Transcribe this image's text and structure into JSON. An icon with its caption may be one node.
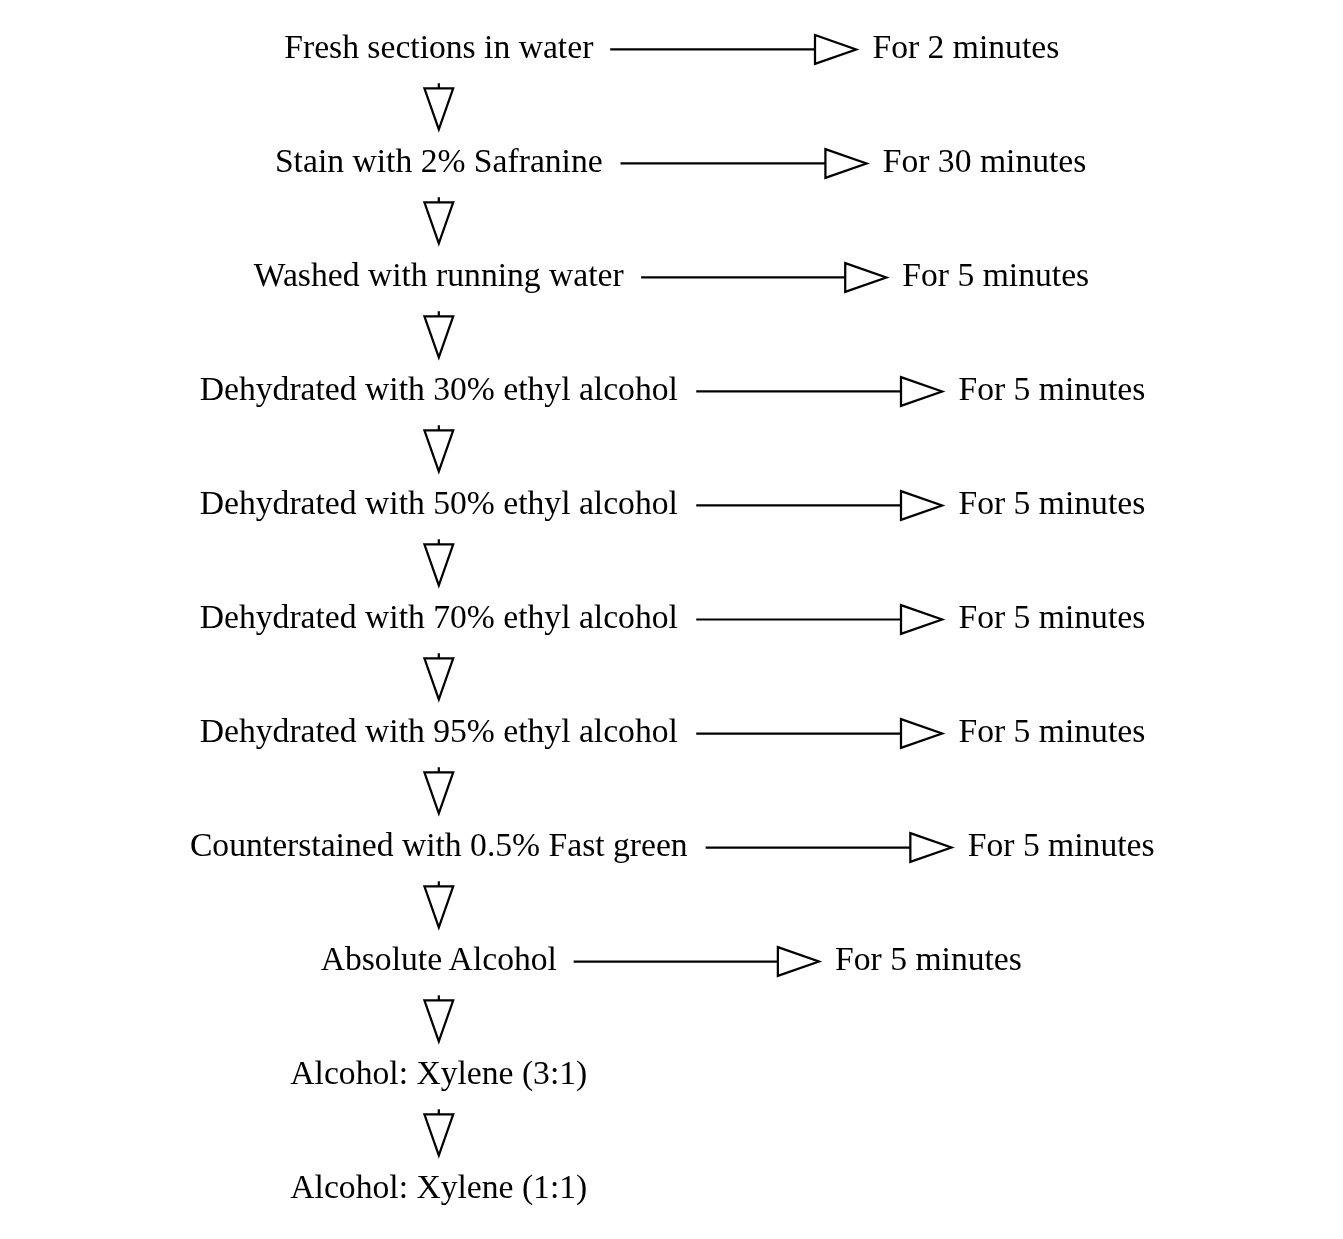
{
  "diagram": {
    "nodes": [
      {
        "text": [
          "Fresh sections in water"
        ]
      },
      {
        "text": [
          "For 2 minutes"
        ]
      },
      {
        "text": [
          "Stain with 2% Safranine"
        ]
      },
      {
        "text": [
          "For 30 minutes"
        ]
      },
      {
        "text": [
          "Washed with running water"
        ]
      },
      {
        "text": [
          "For 5 minutes"
        ]
      },
      {
        "text": [
          "Dehydrated with 30% ethyl alcohol"
        ]
      },
      {
        "text": [
          "For 5 minutes"
        ]
      },
      {
        "text": [
          "Dehydrated with 50% ethyl alcohol"
        ]
      },
      {
        "text": [
          "For 5 minutes"
        ]
      },
      {
        "text": [
          "Dehydrated with 70% ethyl alcohol"
        ]
      },
      {
        "text": [
          "For 5 minutes"
        ]
      },
      {
        "text": [
          "Dehydrated with 95% ethyl alcohol"
        ]
      },
      {
        "text": [
          "For 5 minutes"
        ]
      },
      {
        "text": [
          "Counterstained with 0.5% Fast green"
        ]
      },
      {
        "text": [
          "For 5 minutes"
        ]
      },
      {
        "text": [
          "Absolute Alcohol"
        ]
      },
      {
        "text": [
          "For 5 minutes"
        ]
      },
      {
        "text": [
          "Alcohol: Xylene (3:1)"
        ]
      },
      {
        "text": [
          "Alcohol: Xylene (1:1)"
        ]
      }
    ],
    "edges": [
      {
        "from": 0,
        "to": 1,
        "arrow": "to"
      },
      {
        "from": 0,
        "to": 2,
        "arrow": "to"
      },
      {
        "from": 2,
        "to": 3,
        "arrow": "to"
      },
      {
        "from": 2,
        "to": 4,
        "arrow": "to"
      },
      {
        "from": 4,
        "to": 5,
        "arrow": "to"
      },
      {
        "from": 4,
        "to": 6,
        "arrow": "to"
      },
      {
        "from": 6,
        "to": 7,
        "arrow": "to"
      },
      {
        "from": 6,
        "to": 8,
        "arrow": "to"
      },
      {
        "from": 8,
        "to": 9,
        "arrow": "to"
      },
      {
        "from": 8,
        "to": 10,
        "arrow": "to"
      },
      {
        "from": 10,
        "to": 11,
        "arrow": "to"
      },
      {
        "from": 10,
        "to": 12,
        "arrow": "to"
      },
      {
        "from": 12,
        "to": 13,
        "arrow": "to"
      },
      {
        "from": 12,
        "to": 14,
        "arrow": "to"
      },
      {
        "from": 14,
        "to": 15,
        "arrow": "to"
      },
      {
        "from": 14,
        "to": 16,
        "arrow": "to"
      },
      {
        "from": 16,
        "to": 17,
        "arrow": "to"
      },
      {
        "from": 16,
        "to": 18,
        "arrow": "to"
      },
      {
        "from": 18,
        "to": 19,
        "arrow": "to"
      }
    ]
  }
}
